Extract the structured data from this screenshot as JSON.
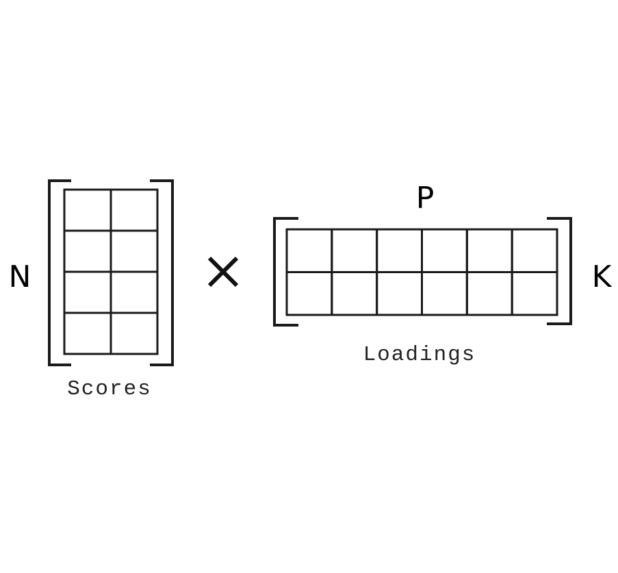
{
  "labels": {
    "n": "N",
    "p": "P",
    "k": "K",
    "scores": "Scores",
    "loadings": "Loadings"
  },
  "matrices": {
    "scores": {
      "rows": 4,
      "cols": 2
    },
    "loadings": {
      "rows": 2,
      "cols": 6
    }
  },
  "colors": {
    "ink": "#1a1a1a",
    "background": "#ffffff"
  },
  "operator_icon": "multiply-icon"
}
